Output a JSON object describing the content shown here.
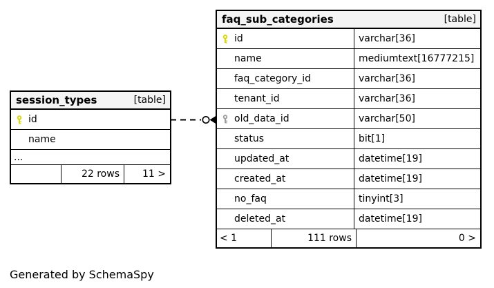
{
  "diagram": {
    "footer_note": "Generated by SchemaSpy",
    "relationship": {
      "style": "dashed-implied",
      "from": "session_types.id",
      "to": "faq_sub_categories.old_data_id"
    }
  },
  "colors": {
    "primary_key_icon": "#d9d900",
    "index_key_icon": "#9e9e9e",
    "header_bg": "#f4f4f4",
    "border": "#000000"
  },
  "tables": {
    "session_types": {
      "title": "session_types",
      "badge": "[table]",
      "columns": [
        {
          "name": "id",
          "key": "primary"
        },
        {
          "name": "name",
          "key": ""
        }
      ],
      "ellipsis": "...",
      "footer": {
        "left": "",
        "center": "22 rows",
        "right": "11 >"
      }
    },
    "faq_sub_categories": {
      "title": "faq_sub_categories",
      "badge": "[table]",
      "columns": [
        {
          "name": "id",
          "type": "varchar[36]",
          "key": "primary"
        },
        {
          "name": "name",
          "type": "mediumtext[16777215]",
          "key": ""
        },
        {
          "name": "faq_category_id",
          "type": "varchar[36]",
          "key": ""
        },
        {
          "name": "tenant_id",
          "type": "varchar[36]",
          "key": ""
        },
        {
          "name": "old_data_id",
          "type": "varchar[50]",
          "key": "index"
        },
        {
          "name": "status",
          "type": "bit[1]",
          "key": ""
        },
        {
          "name": "updated_at",
          "type": "datetime[19]",
          "key": ""
        },
        {
          "name": "created_at",
          "type": "datetime[19]",
          "key": ""
        },
        {
          "name": "no_faq",
          "type": "tinyint[3]",
          "key": ""
        },
        {
          "name": "deleted_at",
          "type": "datetime[19]",
          "key": ""
        }
      ],
      "footer": {
        "left": "< 1",
        "center": "111 rows",
        "right": "0 >"
      }
    }
  }
}
